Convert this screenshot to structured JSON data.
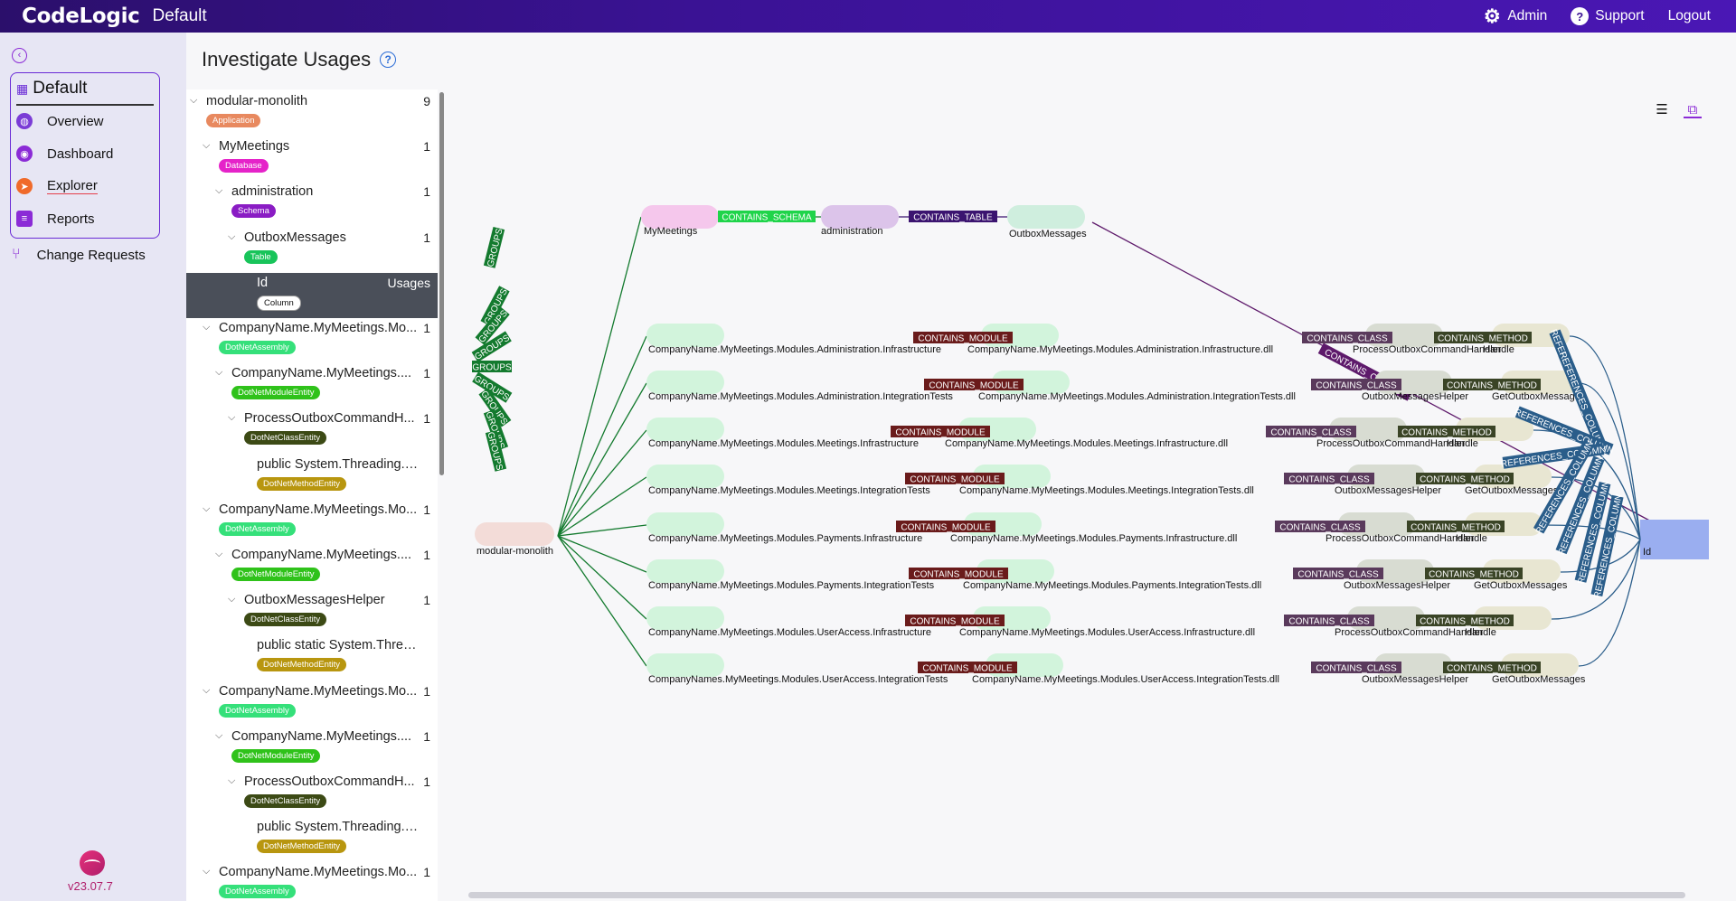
{
  "header": {
    "logo": "CodeLogic",
    "workspace": "Default",
    "nav": [
      {
        "label": "Admin",
        "icon": "gear-icon"
      },
      {
        "label": "Support",
        "icon": "help-icon"
      },
      {
        "label": "Logout",
        "icon": ""
      }
    ]
  },
  "sidebar": {
    "workspace_title": "Default",
    "items": [
      {
        "label": "Overview",
        "icon": "globe-icon"
      },
      {
        "label": "Dashboard",
        "icon": "palette-icon"
      },
      {
        "label": "Explorer",
        "icon": "compass-icon"
      },
      {
        "label": "Reports",
        "icon": "clipboard-icon"
      }
    ],
    "change_requests": "Change Requests",
    "version": "v23.07.7"
  },
  "page": {
    "title": "Investigate Usages",
    "help": "?"
  },
  "tree": {
    "nodes": [
      {
        "label": "modular-monolith",
        "count": "9",
        "badge": "Application",
        "badge_color": "#e8895f",
        "indent": 0,
        "chev": true
      },
      {
        "label": "MyMeetings",
        "count": "1",
        "badge": "Database",
        "badge_color": "#e523c9",
        "indent": 1,
        "chev": true
      },
      {
        "label": "administration",
        "count": "1",
        "badge": "Schema",
        "badge_color": "#8a1cc4",
        "indent": 2,
        "chev": true
      },
      {
        "label": "OutboxMessages",
        "count": "1",
        "badge": "Table",
        "badge_color": "#18c45a",
        "indent": 3,
        "chev": true
      },
      {
        "label": "Id",
        "count": "Usages",
        "badge": "Column",
        "badge_color": "#ffffff",
        "indent": 4,
        "chev": false,
        "selected": true
      },
      {
        "label": "CompanyName.MyMeetings.Mo...",
        "count": "1",
        "badge": "DotNetAssembly",
        "badge_color": "#35e07a",
        "indent": 1,
        "chev": true
      },
      {
        "label": "CompanyName.MyMeetings....",
        "count": "1",
        "badge": "DotNetModuleEntity",
        "badge_color": "#2fc21a",
        "indent": 2,
        "chev": true
      },
      {
        "label": "ProcessOutboxCommandH...",
        "count": "1",
        "badge": "DotNetClassEntity",
        "badge_color": "#3c4a15",
        "indent": 3,
        "chev": true
      },
      {
        "label": "public System.Threading.T...",
        "count": "",
        "badge": "DotNetMethodEntity",
        "badge_color": "#b8960f",
        "indent": 4,
        "chev": false
      },
      {
        "label": "CompanyName.MyMeetings.Mo...",
        "count": "1",
        "badge": "DotNetAssembly",
        "badge_color": "#35e07a",
        "indent": 1,
        "chev": true
      },
      {
        "label": "CompanyName.MyMeetings....",
        "count": "1",
        "badge": "DotNetModuleEntity",
        "badge_color": "#2fc21a",
        "indent": 2,
        "chev": true
      },
      {
        "label": "OutboxMessagesHelper",
        "count": "1",
        "badge": "DotNetClassEntity",
        "badge_color": "#3c4a15",
        "indent": 3,
        "chev": true
      },
      {
        "label": "public static System.Threa...",
        "count": "",
        "badge": "DotNetMethodEntity",
        "badge_color": "#b8960f",
        "indent": 4,
        "chev": false
      },
      {
        "label": "CompanyName.MyMeetings.Mo...",
        "count": "1",
        "badge": "DotNetAssembly",
        "badge_color": "#35e07a",
        "indent": 1,
        "chev": true
      },
      {
        "label": "CompanyName.MyMeetings....",
        "count": "1",
        "badge": "DotNetModuleEntity",
        "badge_color": "#2fc21a",
        "indent": 2,
        "chev": true
      },
      {
        "label": "ProcessOutboxCommandH...",
        "count": "1",
        "badge": "DotNetClassEntity",
        "badge_color": "#3c4a15",
        "indent": 3,
        "chev": true
      },
      {
        "label": "public System.Threading.T...",
        "count": "",
        "badge": "DotNetMethodEntity",
        "badge_color": "#b8960f",
        "indent": 4,
        "chev": false
      },
      {
        "label": "CompanyName.MyMeetings.Mo...",
        "count": "1",
        "badge": "DotNetAssembly",
        "badge_color": "#35e07a",
        "indent": 1,
        "chev": true
      }
    ]
  },
  "graph": {
    "root": "modular-monolith",
    "db": "MyMeetings",
    "schema": "administration",
    "table": "OutboxMessages",
    "target": "Id",
    "edges": {
      "contains_schema": "CONTAINS_SCHEMA",
      "contains_table": "CONTAINS_TABLE",
      "contains_column": "CONTAINS_COLUMN",
      "groups": "GROUPS",
      "contains_module": "CONTAINS_MODULE",
      "contains_class": "CONTAINS_CLASS",
      "contains_method": "CONTAINS_METHOD",
      "references_column": "REFERENCES_COLUMN"
    },
    "rows": [
      {
        "assembly": "CompanyName.MyMeetings.Modules.Administration.Infrastructure",
        "module": "CompanyName.MyMeetings.Modules.Administration.Infrastructure.dll",
        "class": "ProcessOutboxCommandHandler",
        "method": "Handle"
      },
      {
        "assembly": "CompanyName.MyMeetings.Modules.Administration.IntegrationTests",
        "module": "CompanyName.MyMeetings.Modules.Administration.IntegrationTests.dll",
        "class": "OutboxMessagesHelper",
        "method": "GetOutboxMessages"
      },
      {
        "assembly": "CompanyName.MyMeetings.Modules.Meetings.Infrastructure",
        "module": "CompanyName.MyMeetings.Modules.Meetings.Infrastructure.dll",
        "class": "ProcessOutboxCommandHandler",
        "method": "Handle"
      },
      {
        "assembly": "CompanyName.MyMeetings.Modules.Meetings.IntegrationTests",
        "module": "CompanyName.MyMeetings.Modules.Meetings.IntegrationTests.dll",
        "class": "OutboxMessagesHelper",
        "method": "GetOutboxMessages"
      },
      {
        "assembly": "CompanyName.MyMeetings.Modules.Payments.Infrastructure",
        "module": "CompanyName.MyMeetings.Modules.Payments.Infrastructure.dll",
        "class": "ProcessOutboxCommandHandler",
        "method": "Handle"
      },
      {
        "assembly": "CompanyName.MyMeetings.Modules.Payments.IntegrationTests",
        "module": "CompanyName.MyMeetings.Modules.Payments.IntegrationTests.dll",
        "class": "OutboxMessagesHelper",
        "method": "GetOutboxMessages"
      },
      {
        "assembly": "CompanyName.MyMeetings.Modules.UserAccess.Infrastructure",
        "module": "CompanyName.MyMeetings.Modules.UserAccess.Infrastructure.dll",
        "class": "ProcessOutboxCommandHandler",
        "method": "Handle"
      },
      {
        "assembly": "CompanyNames.MyMeetings.Modules.UserAccess.IntegrationTests",
        "module": "CompanyName.MyMeetings.Modules.UserAccess.IntegrationTests.dll",
        "class": "OutboxMessagesHelper",
        "method": "GetOutboxMessages"
      }
    ],
    "colors": {
      "groups": "#137a2e",
      "module_label": "#6a1b1b",
      "class_label": "#5a3a5c",
      "method_label": "#3a4426",
      "references": "#2a5d8a",
      "schema_label": "#1fd44a",
      "table_label": "#3b1470",
      "column_label": "#5e1a6b"
    }
  }
}
